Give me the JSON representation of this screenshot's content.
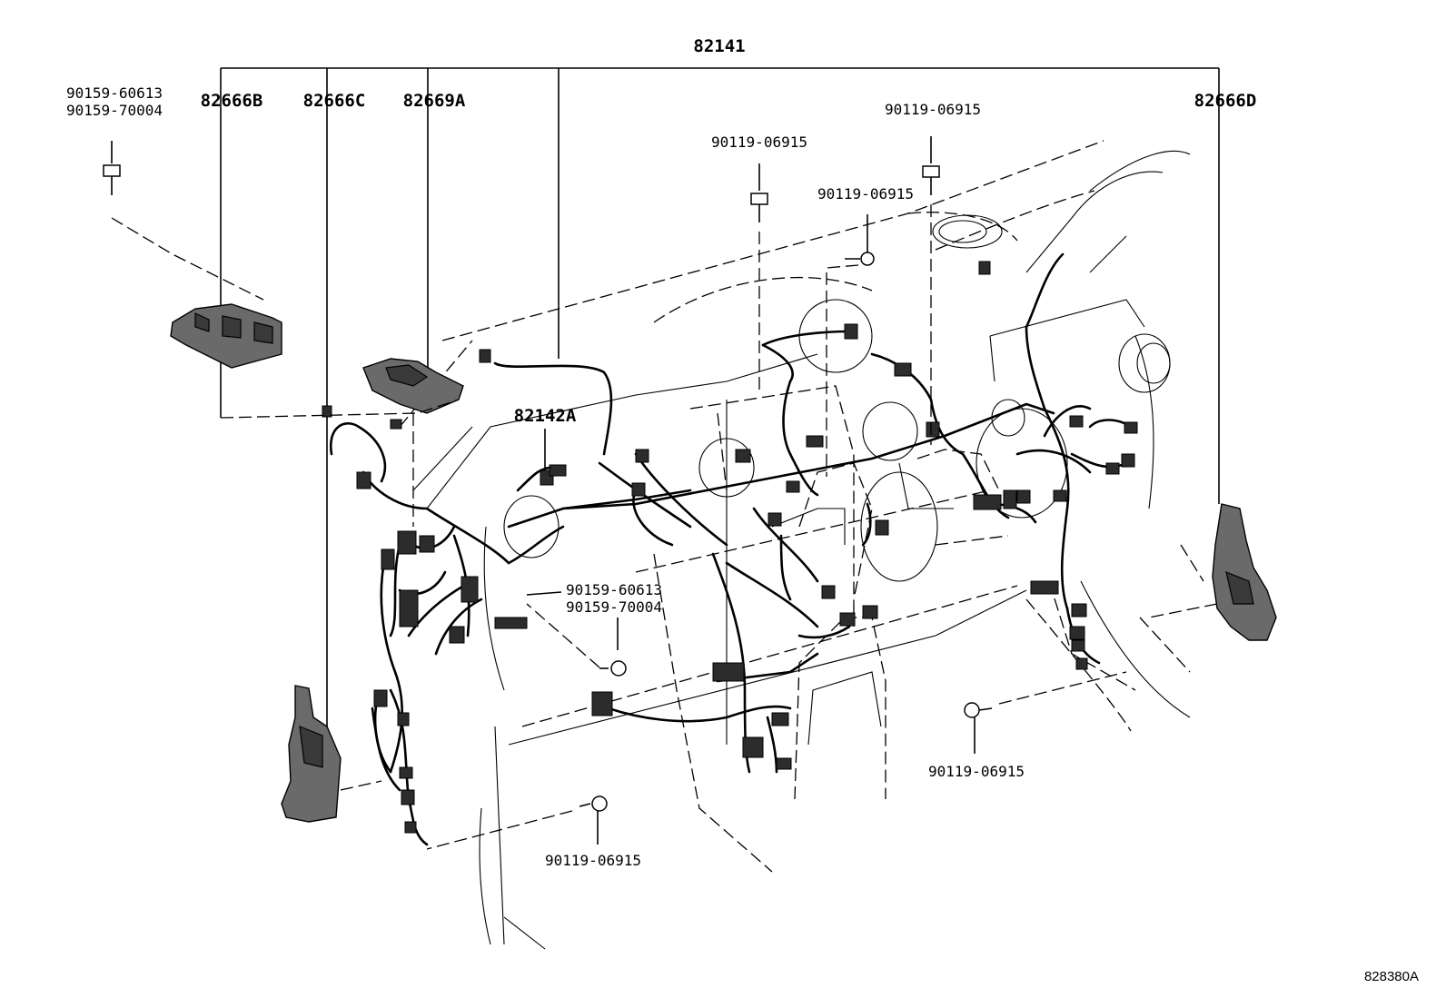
{
  "labels": {
    "main_harness": "82141",
    "p82666b": "82666B",
    "p82666c": "82666C",
    "p82669a": "82669A",
    "p82666d": "82666D",
    "p82142a": "82142A",
    "bolt_top_left_1": "90159-60613",
    "bolt_top_left_2": "90159-70004",
    "bolt_center_1": "90159-60613",
    "bolt_center_2": "90159-70004",
    "bolt_a": "90119-06915",
    "bolt_b": "90119-06915",
    "bolt_c": "90119-06915",
    "bolt_d": "90119-06915",
    "bolt_e": "90119-06915"
  },
  "diagram_code": "828380A",
  "colors": {
    "ink": "#000000",
    "background": "#ffffff",
    "part_fill": "#6a6a6a"
  }
}
